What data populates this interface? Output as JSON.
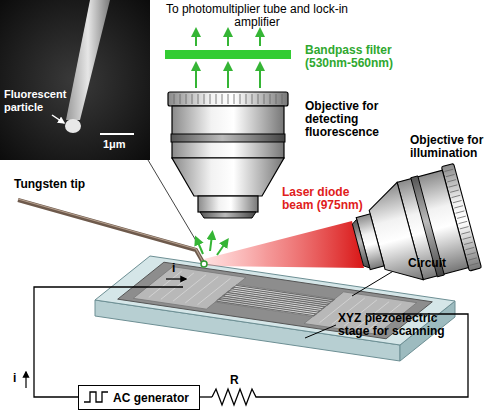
{
  "diagram": {
    "nodes": [
      {
        "text": [
          "AC generator"
        ]
      }
    ],
    "labels": [
      "To photomultiplier tube and lock-in amplifier",
      "Fluorescent particle",
      "1μm",
      "Bandpass filter (530nm-560nm)",
      "Objective for detecting fluorescence",
      "Objective for illumination",
      "Laser diode beam (975nm)",
      "Tungsten tip",
      "Circuit",
      "i",
      "XYZ piezoelectric stage for scanning",
      "i",
      "R"
    ]
  }
}
